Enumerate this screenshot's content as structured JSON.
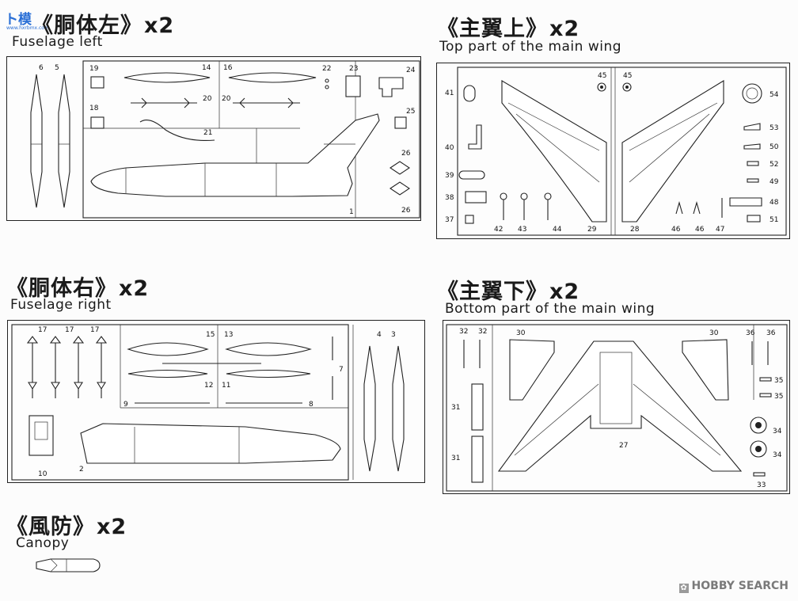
{
  "logo": {
    "chars": "ト模",
    "url_text": "www.hxrbmx.com"
  },
  "sections": {
    "fuselage_left": {
      "title_cn": "《胴体左》",
      "qty": "x2",
      "title_en": "Fuselage left",
      "parts": [
        "6",
        "5",
        "19",
        "18",
        "14",
        "16",
        "20",
        "20",
        "21",
        "22",
        "23",
        "24",
        "25",
        "26",
        "26",
        "1"
      ]
    },
    "top_wing": {
      "title_cn": "《主翼上》",
      "qty": "x2",
      "title_en": "Top part of the main wing",
      "parts": [
        "41",
        "40",
        "39",
        "38",
        "37",
        "42",
        "43",
        "44",
        "45",
        "29",
        "45",
        "28",
        "46",
        "46",
        "47",
        "54",
        "53",
        "50",
        "52",
        "49",
        "48",
        "51"
      ]
    },
    "fuselage_right": {
      "title_cn": "《胴体右》",
      "qty": "x2",
      "title_en": "Fuselage right",
      "parts": [
        "17",
        "17",
        "17",
        "15",
        "13",
        "12",
        "11",
        "9",
        "8",
        "7",
        "4",
        "3",
        "10",
        "2"
      ]
    },
    "bottom_wing": {
      "title_cn": "《主翼下》",
      "qty": "x2",
      "title_en": "Bottom part of the main wing",
      "parts": [
        "32",
        "32",
        "30",
        "30",
        "36",
        "36",
        "31",
        "31",
        "35",
        "35",
        "34",
        "34",
        "33",
        "27"
      ]
    },
    "canopy": {
      "title_cn": "《風防》",
      "qty": "x2",
      "title_en": "Canopy"
    }
  },
  "watermark": {
    "box": "✿",
    "text": "HOBBY SEARCH"
  }
}
